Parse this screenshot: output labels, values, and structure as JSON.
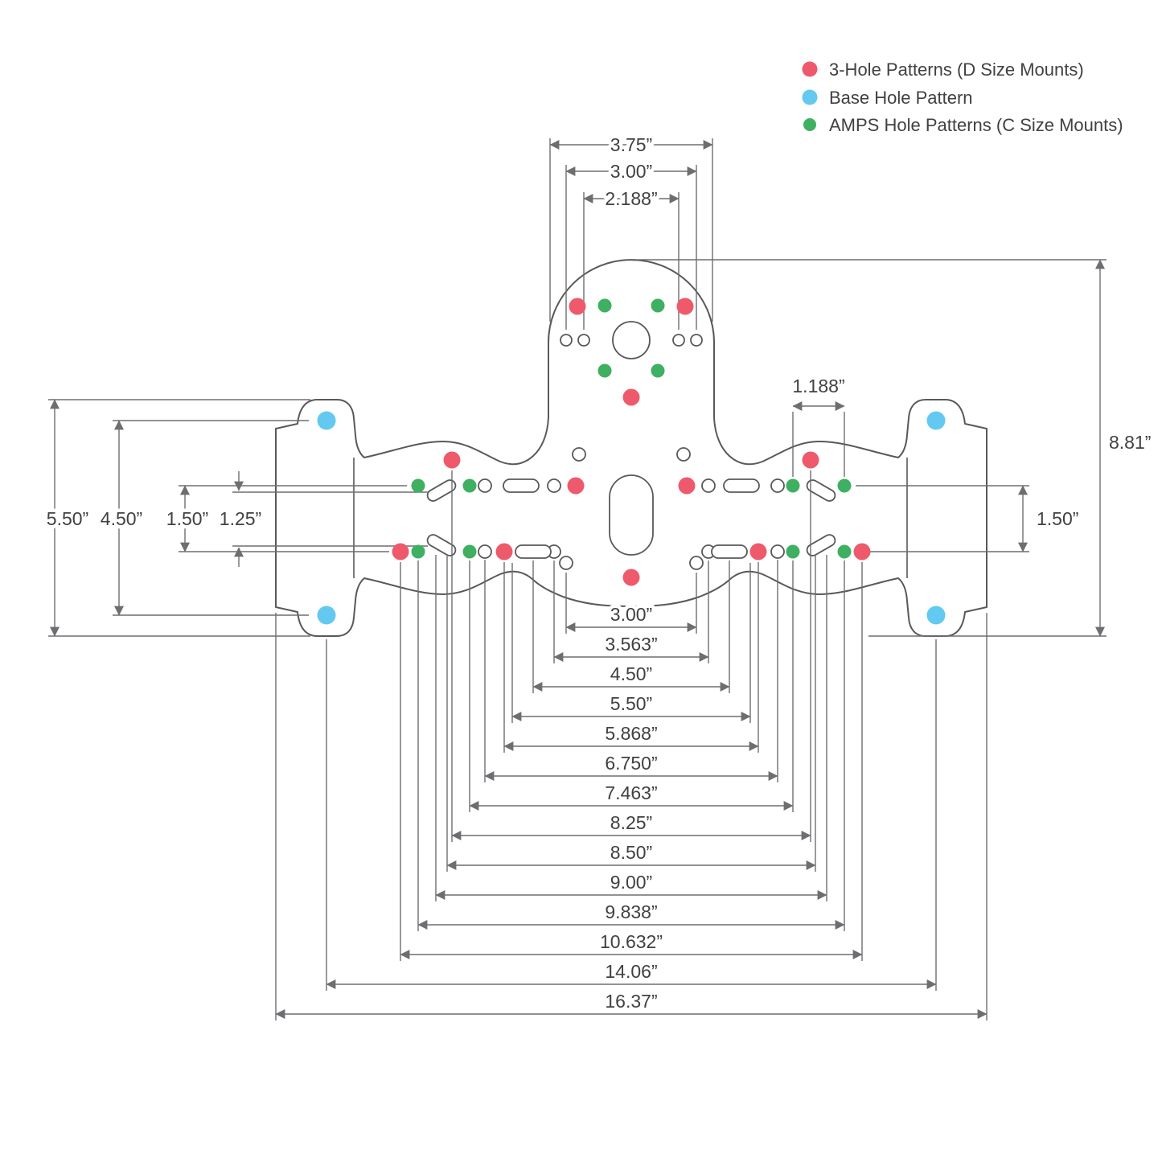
{
  "legend": {
    "items": [
      {
        "name": "three-hole-patterns",
        "label": "3-Hole Patterns (D Size Mounts)",
        "color": "#ee5a6b"
      },
      {
        "name": "base-hole-pattern",
        "label": "Base Hole Pattern",
        "color": "#63c9f0"
      },
      {
        "name": "amps-hole-patterns",
        "label": "AMPS Hole Patterns (C Size Mounts)",
        "color": "#3fb061"
      }
    ]
  },
  "dimensions": {
    "top": [
      {
        "label": "3.75”"
      },
      {
        "label": "3.00”"
      },
      {
        "label": "2.188”"
      }
    ],
    "upper_right": [
      {
        "label": "1.188”"
      }
    ],
    "right": [
      {
        "label": "8.81”"
      },
      {
        "label": "1.50”"
      }
    ],
    "left": [
      {
        "label": "5.50”"
      },
      {
        "label": "4.50”"
      },
      {
        "label": "1.50”"
      },
      {
        "label": "1.25”"
      }
    ],
    "bottom": [
      {
        "label": "3.00”"
      },
      {
        "label": "3.563”"
      },
      {
        "label": "4.50”"
      },
      {
        "label": "5.50”"
      },
      {
        "label": "5.868”"
      },
      {
        "label": "6.750”"
      },
      {
        "label": "7.463”"
      },
      {
        "label": "8.25”"
      },
      {
        "label": "8.50”"
      },
      {
        "label": "9.00”"
      },
      {
        "label": "9.838”"
      },
      {
        "label": "10.632”"
      },
      {
        "label": "14.06”"
      },
      {
        "label": "16.37”"
      }
    ]
  },
  "colors": {
    "red": "#ee5a6b",
    "blue": "#63c9f0",
    "green": "#3fb061",
    "line": "#6d6e71",
    "outline": "#58595b",
    "text": "#414042"
  }
}
